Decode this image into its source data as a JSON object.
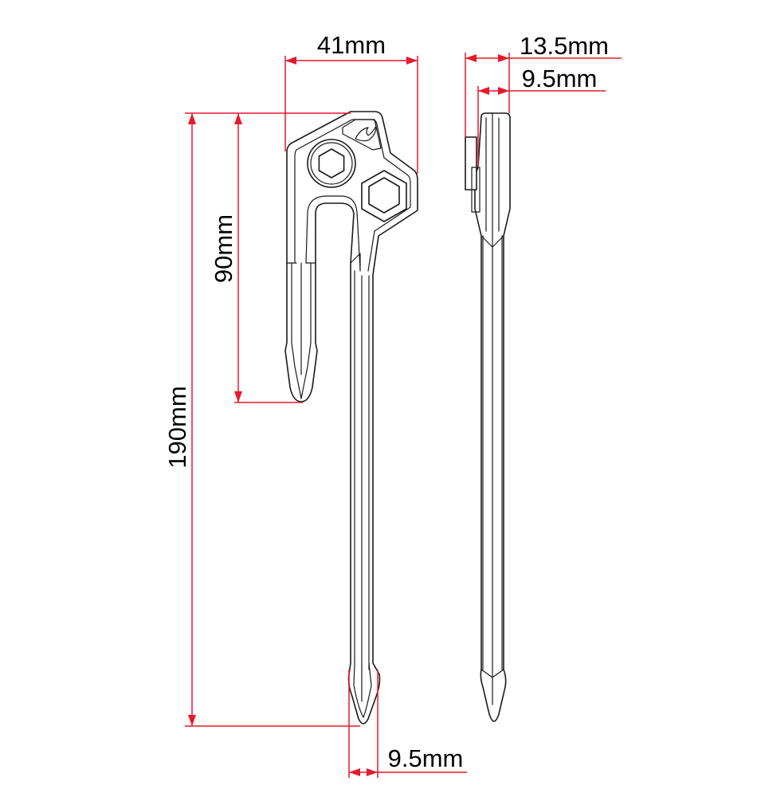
{
  "dimensions": {
    "top_width": "41mm",
    "side_depth": "13.5mm",
    "side_shaft": "9.5mm",
    "total_length": "190mm",
    "short_leg_length": "90mm",
    "tip_width": "9.5mm"
  },
  "colors": {
    "dimension_line": "#e8192c",
    "outline": "#1a1a1a",
    "background": "#ffffff"
  },
  "icons": {
    "logo": "bird-logo-icon",
    "hex_small": "hex-socket-icon",
    "hex_large": "hex-socket-icon"
  }
}
